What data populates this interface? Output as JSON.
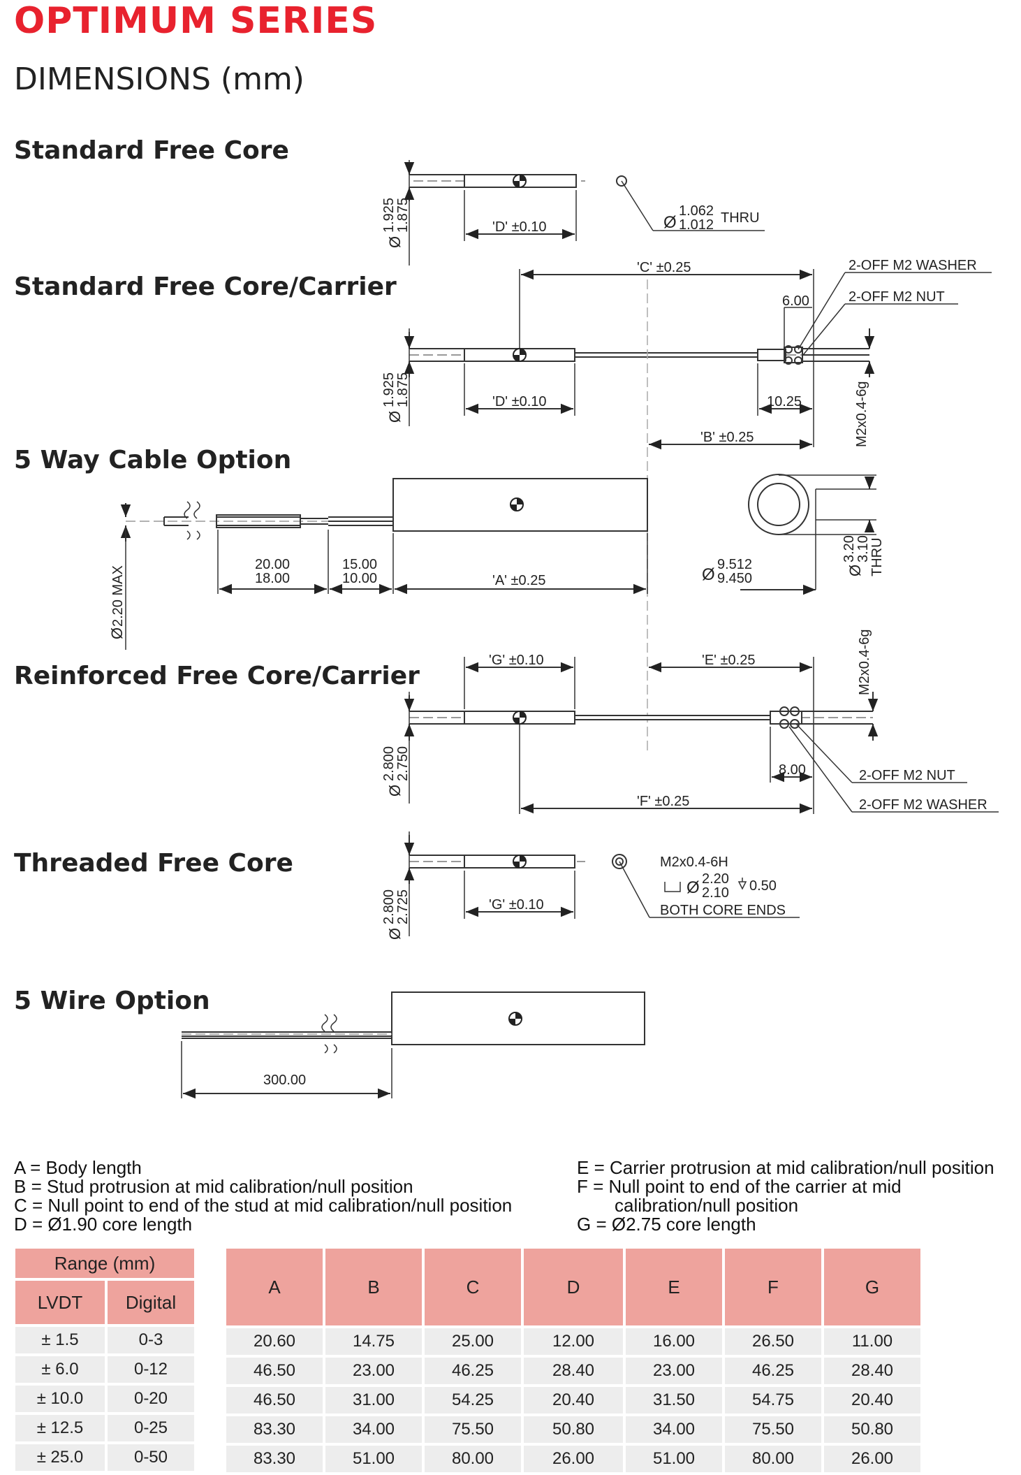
{
  "header": {
    "brand": "OPTIMUM SERIES",
    "subtitle": "DIMENSIONS (mm)"
  },
  "sections": {
    "standard_free_core": "Standard Free Core",
    "standard_free_core_carrier": "Standard Free Core/Carrier",
    "five_way_cable": "5 Way Cable Option",
    "reinforced_free_core_carrier": "Reinforced Free Core/Carrier",
    "threaded_free_core": "Threaded Free Core",
    "five_wire": "5 Wire Option"
  },
  "drawing_labels": {
    "d_010": "'D' ±0.10",
    "dia_1925": "1.925",
    "dia_1875": "1.875",
    "thru_1062": "1.062",
    "thru_1012": "1.012",
    "thru": "THRU",
    "c_025": "'C' ±0.25",
    "washer_2off": "2-OFF M2 WASHER",
    "nut_2off": "2-OFF M2 NUT",
    "six": "6.00",
    "ten25": "10.25",
    "b_025": "'B' ±0.25",
    "m2_thread_g": "M2x0.4-6g",
    "cable_20": "20.00",
    "cable_18": "18.00",
    "cable_15": "15.00",
    "cable_10": "10.00",
    "a_025": "'A' ±0.25",
    "dia_220_max": "2.20 MAX",
    "bore_9512": "9.512",
    "bore_9450": "9.450",
    "hole_320": "3.20",
    "hole_310": "3.10",
    "g_010": "'G' ±0.10",
    "e_025": "'E' ±0.25",
    "dia_2800": "2.800",
    "dia_2750": "2.750",
    "dia_2725": "2.725",
    "eight": "8.00",
    "f_025": "'F' ±0.25",
    "m2_thread_h": "M2x0.4-6H",
    "cb_220": "2.20",
    "cb_210": "2.10",
    "cb_depth": "0.50",
    "both_core_ends": "BOTH CORE ENDS",
    "wire_300": "300.00",
    "dia_sym": "Ø"
  },
  "legend": {
    "left": [
      "A = Body length",
      "B = Stud protrusion at mid calibration/null position",
      "C = Null point to end of the stud at mid calibration/null position",
      "D = Ø1.90 core length"
    ],
    "right": [
      "E = Carrier protrusion at mid calibration/null position",
      "F = Null point to end of the carrier at mid",
      "calibration/null position",
      "G = Ø2.75 core length"
    ]
  },
  "range_table": {
    "header": "Range (mm)",
    "col_lvdt": "LVDT",
    "col_digital": "Digital",
    "rows": [
      {
        "lvdt": "± 1.5",
        "digital": "0-3"
      },
      {
        "lvdt": "± 6.0",
        "digital": "0-12"
      },
      {
        "lvdt": "± 10.0",
        "digital": "0-20"
      },
      {
        "lvdt": "± 12.5",
        "digital": "0-25"
      },
      {
        "lvdt": "± 25.0",
        "digital": "0-50"
      }
    ]
  },
  "dim_table": {
    "headers": [
      "A",
      "B",
      "C",
      "D",
      "E",
      "F",
      "G"
    ],
    "rows": [
      [
        "20.60",
        "14.75",
        "25.00",
        "12.00",
        "16.00",
        "26.50",
        "11.00"
      ],
      [
        "46.50",
        "23.00",
        "46.25",
        "28.40",
        "23.00",
        "46.25",
        "28.40"
      ],
      [
        "46.50",
        "31.00",
        "54.25",
        "20.40",
        "31.50",
        "54.75",
        "20.40"
      ],
      [
        "83.30",
        "34.00",
        "75.50",
        "50.80",
        "34.00",
        "75.50",
        "50.80"
      ],
      [
        "83.30",
        "51.00",
        "80.00",
        "26.00",
        "51.00",
        "80.00",
        "26.00"
      ]
    ]
  }
}
